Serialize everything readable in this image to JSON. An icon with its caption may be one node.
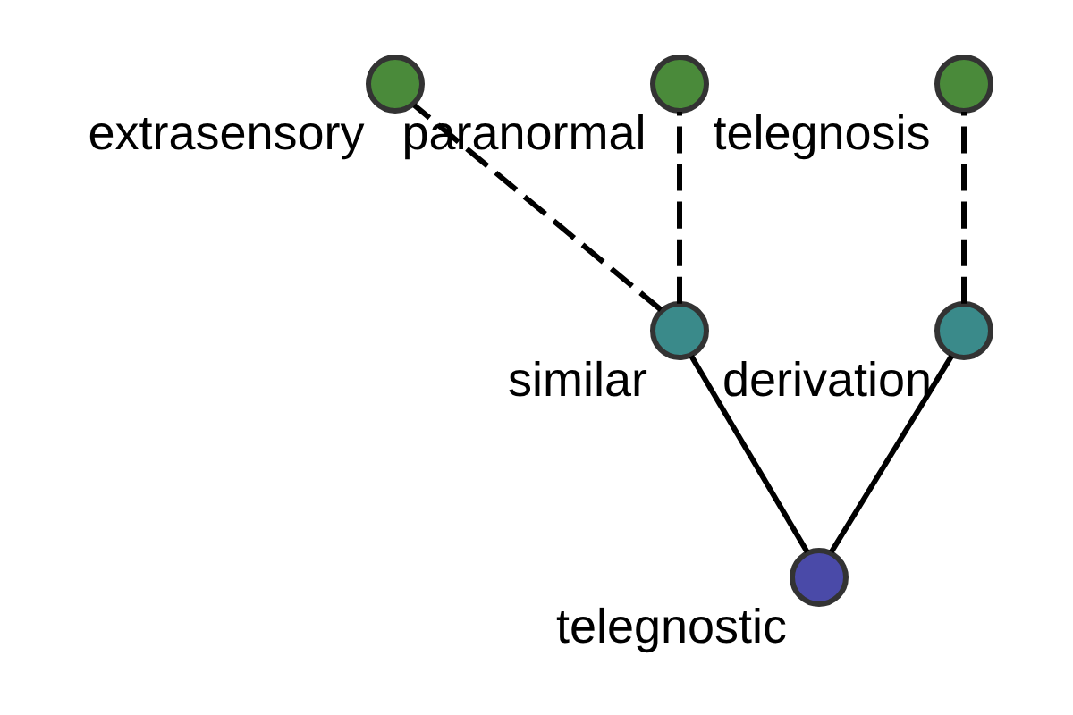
{
  "diagram": {
    "nodes": [
      {
        "text": [],
        "shape": "circle",
        "beside": [
          "telegnostic"
        ]
      },
      {
        "text": [],
        "shape": "circle",
        "beside": [
          "similar"
        ]
      },
      {
        "text": [],
        "shape": "circle",
        "beside": [
          "derivation"
        ]
      },
      {
        "text": [],
        "shape": "circle",
        "beside": [
          "extrasensory"
        ]
      },
      {
        "text": [],
        "shape": "circle",
        "beside": [
          "paranormal"
        ]
      },
      {
        "text": [],
        "shape": "circle",
        "beside": [
          "telegnosis"
        ]
      }
    ],
    "edges": [
      {
        "from": 0,
        "to": 1,
        "arrow": "none"
      },
      {
        "from": 0,
        "to": 2,
        "arrow": "none"
      },
      {
        "from": 1,
        "to": 3,
        "arrow": "none",
        "style": "dashed"
      },
      {
        "from": 1,
        "to": 4,
        "arrow": "none",
        "style": "dashed"
      },
      {
        "from": 2,
        "to": 5,
        "arrow": "none",
        "style": "dashed"
      }
    ]
  }
}
